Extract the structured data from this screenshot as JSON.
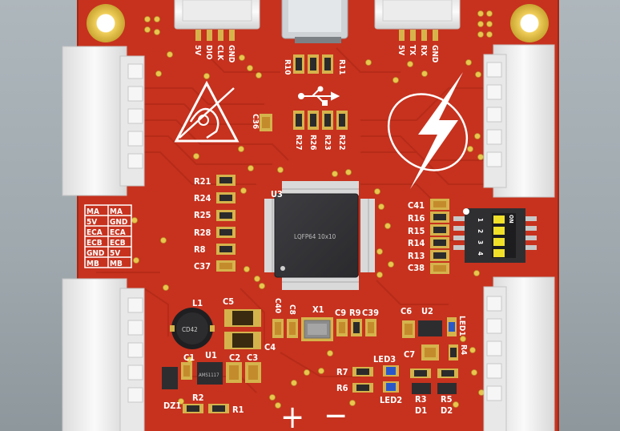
{
  "board": {
    "colors": {
      "background": "#a3adb2",
      "pcb": "#c9331f",
      "pcb_dark": "#a72916",
      "silk": "#ffffff",
      "pad": "#d4b24a",
      "ic": "#333336",
      "connector": "#f1f1f1"
    },
    "chip": {
      "ref": "U3",
      "label": "LQFP64 10x10"
    },
    "top_left_pins": [
      "5V",
      "DIO",
      "CLK",
      "GND"
    ],
    "top_right_pins": [
      "5V",
      "TX",
      "RX",
      "GND"
    ],
    "top_center_refs": [
      "R10",
      "R11"
    ],
    "usb_refs": [
      "R27",
      "R26",
      "R23",
      "R22"
    ],
    "cap_c36": "C36",
    "left_resistors": [
      "R21",
      "R24",
      "R25",
      "R28",
      "R8",
      "C37"
    ],
    "right_parts": [
      "C41",
      "R16",
      "R15",
      "R14",
      "R13",
      "C38"
    ],
    "pin_table": [
      [
        "MA",
        "MA"
      ],
      [
        "5V",
        "GND"
      ],
      [
        "ECA",
        "ECA"
      ],
      [
        "ECB",
        "ECB"
      ],
      [
        "GND",
        "5V"
      ],
      [
        "MB",
        "MB"
      ]
    ],
    "dip_switch": {
      "label": "ON",
      "positions": [
        "1",
        "2",
        "3",
        "4"
      ]
    },
    "inductor": {
      "ref": "L1",
      "label": "CD42"
    },
    "caps_power": [
      "C5",
      "C4",
      "C40",
      "C8"
    ],
    "crystal": "X1",
    "crystal_refs": [
      "C9",
      "R9",
      "C39"
    ],
    "regulator": {
      "ref": "U1",
      "label": "AMS1117"
    },
    "power_refs": [
      "C1",
      "C2",
      "C3",
      "R2",
      "R1",
      "DZ1"
    ],
    "u2_refs": [
      "C6",
      "U2",
      "C7",
      "LED1",
      "R4"
    ],
    "led_refs": [
      "LED3",
      "LED2",
      "R7",
      "R6",
      "R3",
      "R5",
      "D1",
      "D2"
    ],
    "polarity": [
      "+",
      "−"
    ]
  }
}
